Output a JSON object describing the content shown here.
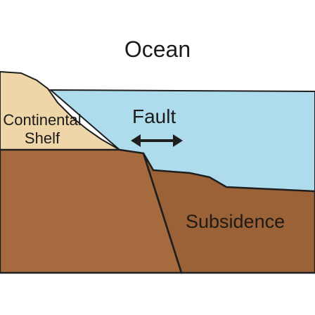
{
  "labels": {
    "title": "Ocean",
    "shelf_line1": "Continental",
    "shelf_line2": "Shelf",
    "fault": "Fault",
    "subsidence": "Subsidence"
  },
  "colors": {
    "ocean": "#aedcec",
    "shelf": "#eed6a8",
    "ground": "#a66a3f",
    "subsided_block": "#9a6236",
    "outline": "#1f1f1f"
  },
  "icons": {
    "fault_motion": "double-headed-arrow-icon"
  }
}
